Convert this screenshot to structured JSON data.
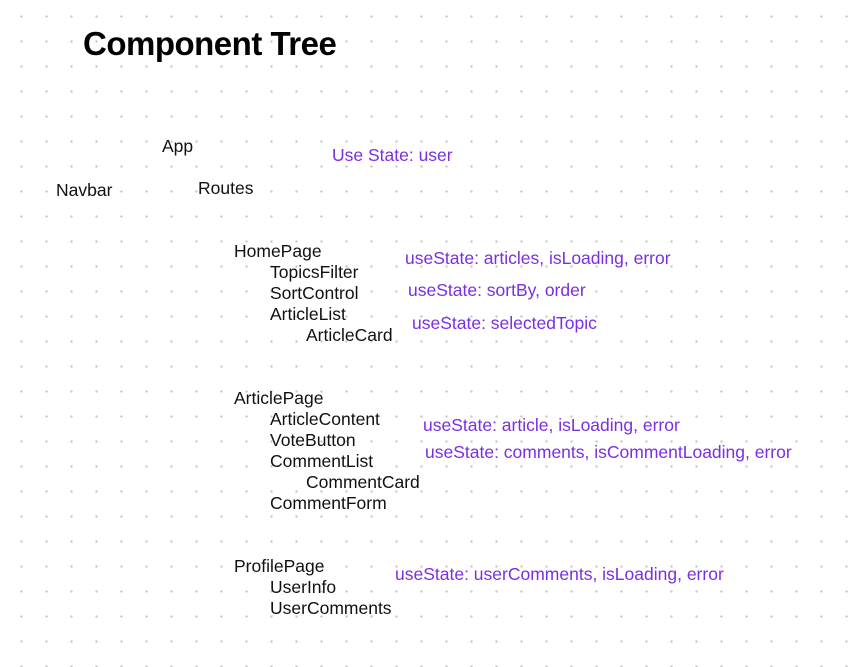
{
  "title": "Component Tree",
  "nodes": {
    "app": "App",
    "navbar": "Navbar",
    "routes": "Routes",
    "home_page": "HomePage",
    "topics_filter": "TopicsFilter",
    "sort_control": "SortControl",
    "article_list": "ArticleList",
    "article_card": "ArticleCard",
    "article_page": "ArticlePage",
    "article_content": "ArticleContent",
    "vote_button": "VoteButton",
    "comment_list": "CommentList",
    "comment_card": "CommentCard",
    "comment_form": "CommentForm",
    "profile_page": "ProfilePage",
    "user_info": "UserInfo",
    "user_comments": "UserComments"
  },
  "notes": {
    "app_state": "Use State: user",
    "home_state": "useState: articles, isLoading, error",
    "sort_state": "useState: sortBy, order",
    "topic_state": "useState: selectedTopic",
    "article_state": "useState: article, isLoading, error",
    "comments_state": "useState: comments, isCommentLoading, error",
    "profile_state": "useState: userComments, isLoading, error"
  },
  "colors": {
    "note": "#7b2fe0",
    "text": "#111111",
    "dot_grid": "#c4c4c4"
  }
}
